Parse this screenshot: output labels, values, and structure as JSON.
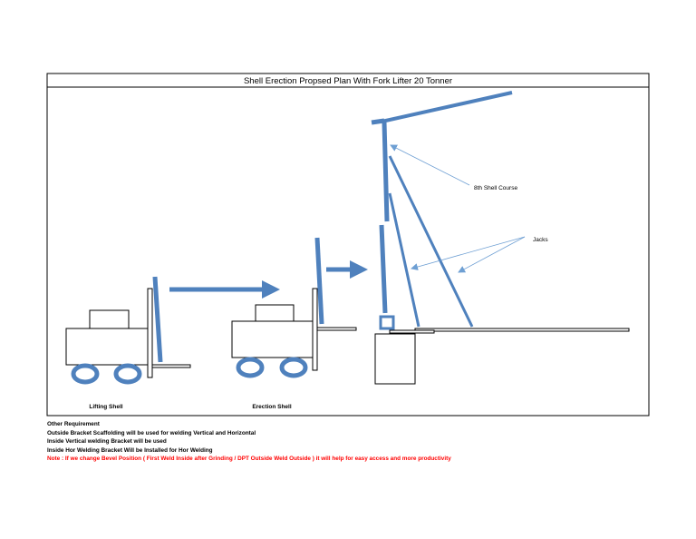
{
  "title": "Shell Erection Propsed Plan With Fork Lifter 20 Tonner",
  "labels": {
    "lifting_shell": "Lifting Shell",
    "erection_shell": "Erection Shell",
    "eighth_shell_course": "8th Shell Course",
    "jacks": "Jacks"
  },
  "notes": {
    "heading": "Other Requirement",
    "items": [
      "Outside Bracket Scaffolding will be used for welding Vertical and Horizontal",
      "Inside Vertical welding Bracket will be used",
      "Inside Hor Welding Bracket Will be Installed for Hor Welding"
    ],
    "note": "Note : If we change Bevel Position ( First Weld Inside after Grinding / DPT Outside Weld Outside ) it will help for easy access and more productivity"
  },
  "colors": {
    "shell": "#4f81bd",
    "note_text": "#ff0000",
    "line": "#000000"
  }
}
